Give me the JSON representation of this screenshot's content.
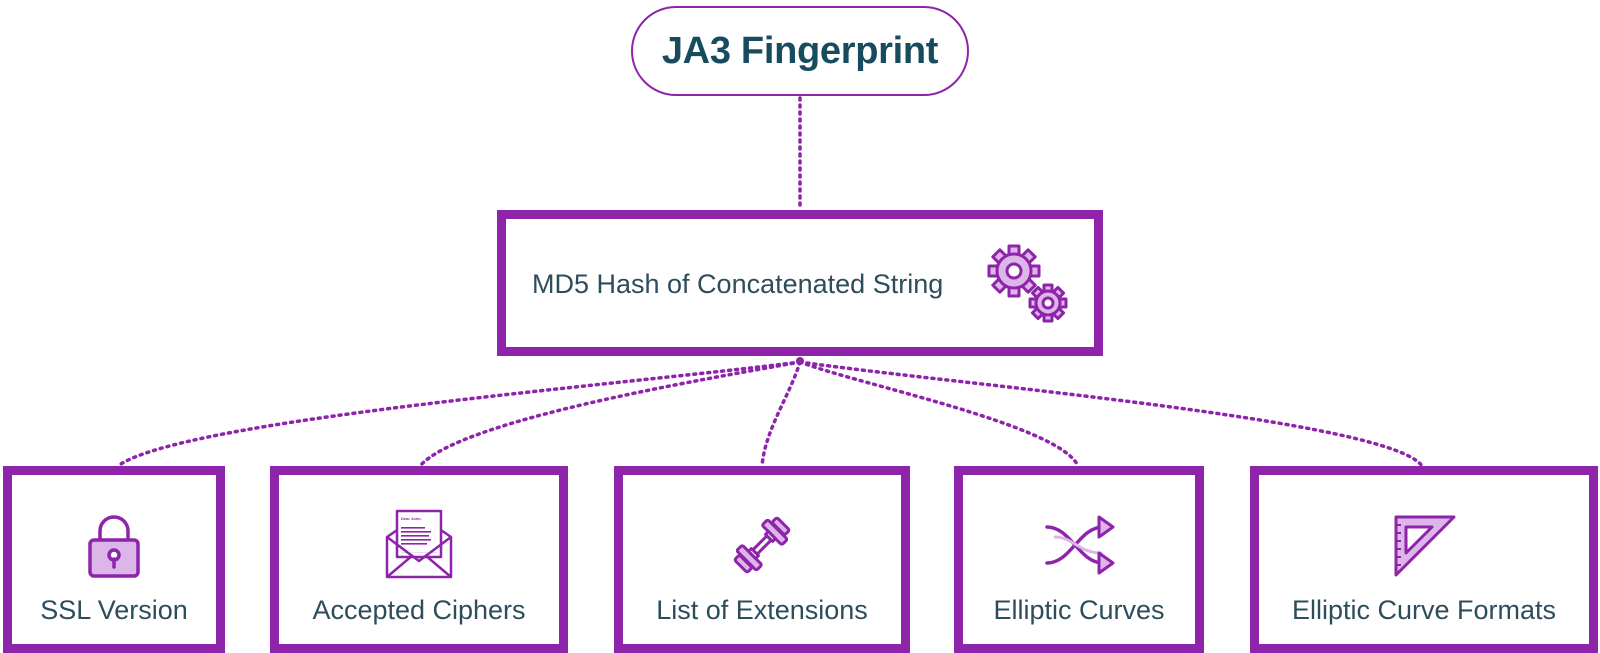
{
  "root": {
    "title": "JA3 Fingerprint"
  },
  "hash": {
    "label": "MD5 Hash of Concatenated String",
    "icon": "gears-icon"
  },
  "components": [
    {
      "label": "SSL Version",
      "icon": "padlock-icon"
    },
    {
      "label": "Accepted Ciphers",
      "icon": "envelope-letter-icon"
    },
    {
      "label": "List of Extensions",
      "icon": "dumbbell-icon"
    },
    {
      "label": "Elliptic Curves",
      "icon": "shuffle-arrows-icon"
    },
    {
      "label": "Elliptic Curve Formats",
      "icon": "set-square-icon"
    }
  ],
  "letter": {
    "greeting": "Dear John,",
    "body": "I'm writing you to extend a formal invitation to the presentation of our"
  },
  "colors": {
    "accent": "#8e24aa",
    "accent_light": "#dcb6e8",
    "title_text": "#174b5e",
    "body_text": "#2e4d5c"
  }
}
